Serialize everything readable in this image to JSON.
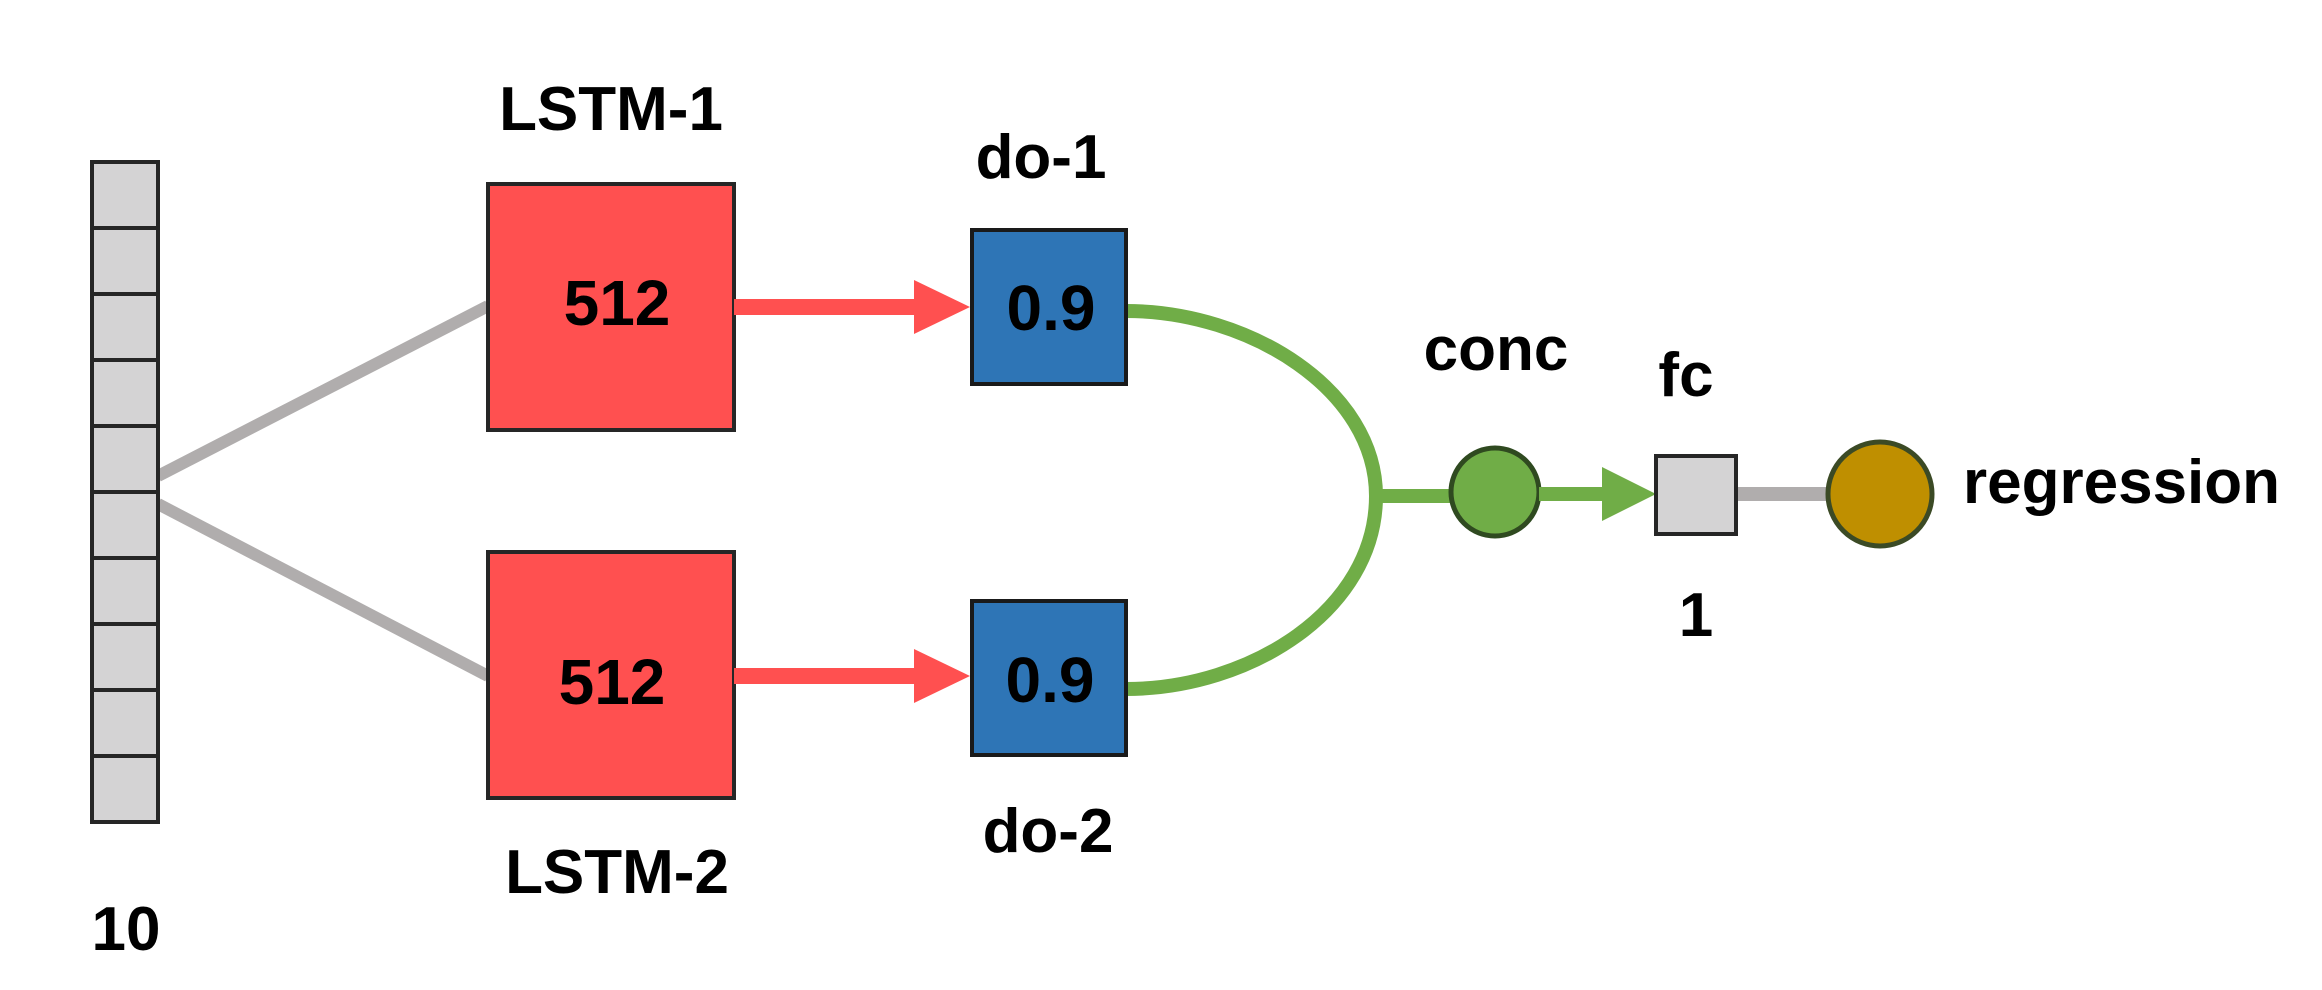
{
  "input": {
    "size_label": "10",
    "cells": 10
  },
  "lstm1": {
    "title": "LSTM-1",
    "units": "512"
  },
  "lstm2": {
    "title": "LSTM-2",
    "units": "512"
  },
  "dropout1": {
    "title": "do-1",
    "rate": "0.9"
  },
  "dropout2": {
    "title": "do-2",
    "rate": "0.9"
  },
  "concat": {
    "title": "conc"
  },
  "fc": {
    "title": "fc",
    "size_label": "1"
  },
  "output": {
    "title": "regression"
  },
  "colors": {
    "input_cell": "#d4d3d4",
    "lstm": "#ff5050",
    "dropout": "#2e75b6",
    "concat": "#70ad47",
    "output": "#bf8f00",
    "gray_link": "#b0adad",
    "red_link": "#ff5050",
    "green_link": "#70ad47"
  }
}
